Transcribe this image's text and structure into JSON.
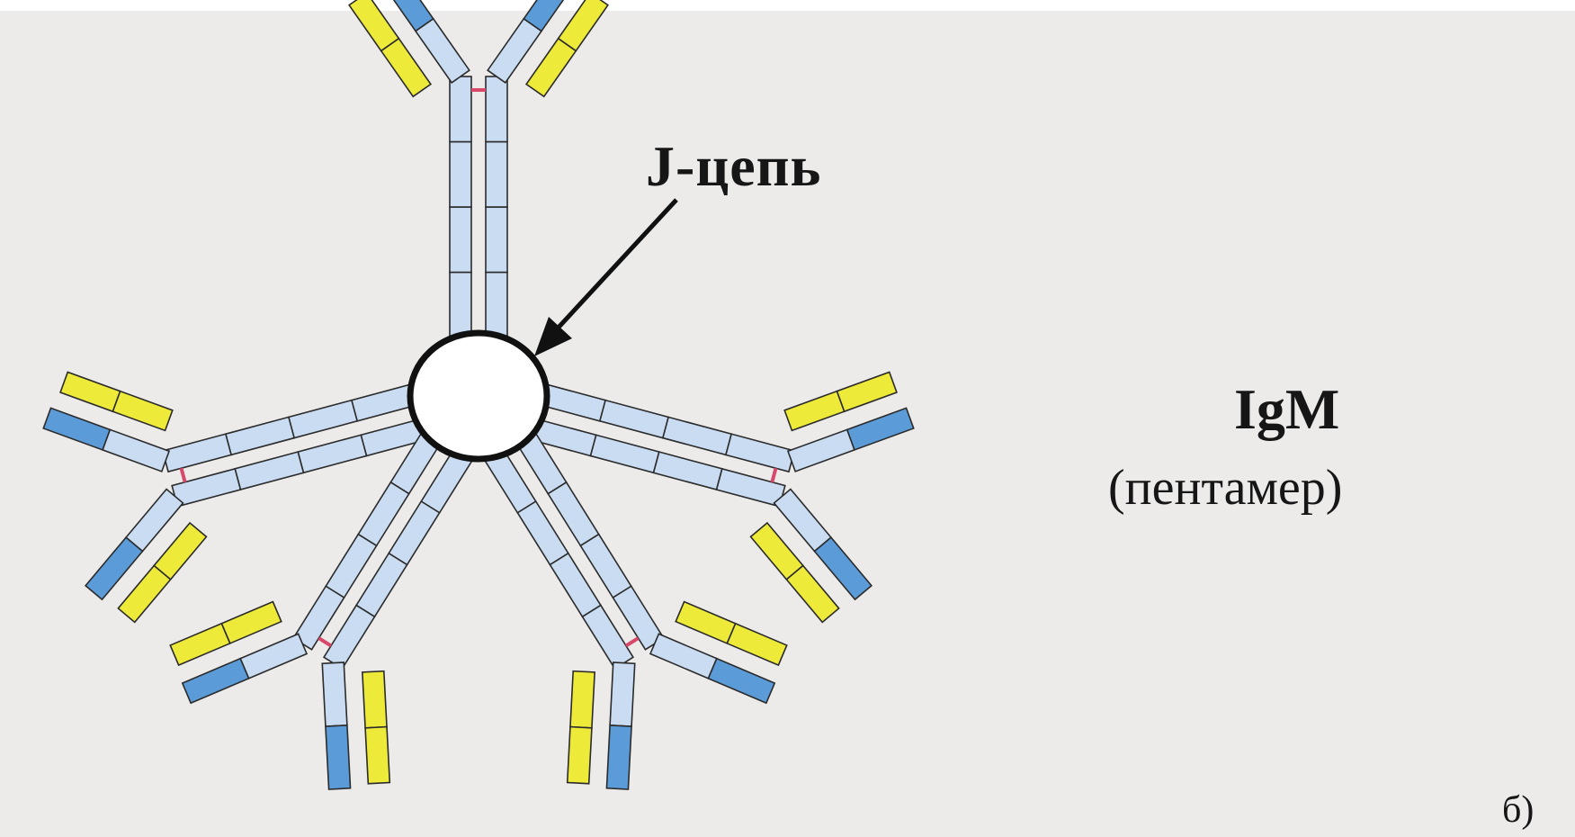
{
  "labels": {
    "j_chain": "J-цепь",
    "igm": "IgM",
    "pentamer": "(пентамер)",
    "panel": "б)"
  },
  "colors": {
    "background": "#ecebea",
    "constant_domain": "#c9dcf2",
    "variable_domain_heavy": "#5b9bd8",
    "light_chain": "#eeea3a",
    "disulfide_bond": "#d8486a",
    "outline": "#2b2b2b"
  },
  "structure": {
    "name": "IgM",
    "units": 5,
    "center": "J-цепь"
  }
}
